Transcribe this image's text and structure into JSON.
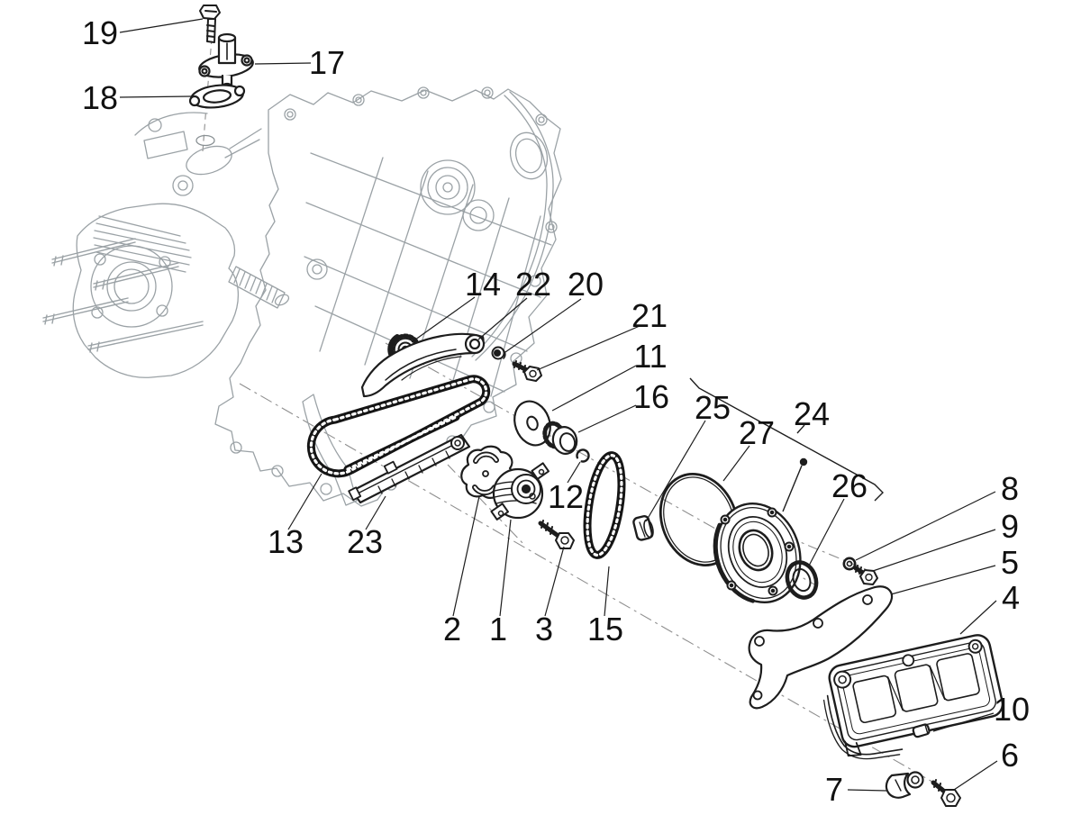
{
  "diagram": {
    "type": "exploded-parts-diagram",
    "subject": "engine-crankcase-oil-pump-assembly",
    "background_color": "#ffffff",
    "part_line_color": "#1d1d1d",
    "engine_line_color": "#9ba2a6",
    "axis_line_color": "#8f8f8f",
    "label_color": "#111111",
    "callouts": [
      {
        "text": "19"
      },
      {
        "text": "17"
      },
      {
        "text": "18"
      },
      {
        "text": "14"
      },
      {
        "text": "22"
      },
      {
        "text": "20"
      },
      {
        "text": "21"
      },
      {
        "text": "11"
      },
      {
        "text": "16"
      },
      {
        "text": "25"
      },
      {
        "text": "27"
      },
      {
        "text": "24"
      },
      {
        "text": "26"
      },
      {
        "text": "8"
      },
      {
        "text": "9"
      },
      {
        "text": "5"
      },
      {
        "text": "4"
      },
      {
        "text": "10"
      },
      {
        "text": "6"
      },
      {
        "text": "7"
      },
      {
        "text": "13"
      },
      {
        "text": "23"
      },
      {
        "text": "2"
      },
      {
        "text": "1"
      },
      {
        "text": "3"
      },
      {
        "text": "15"
      },
      {
        "text": "12"
      }
    ]
  }
}
